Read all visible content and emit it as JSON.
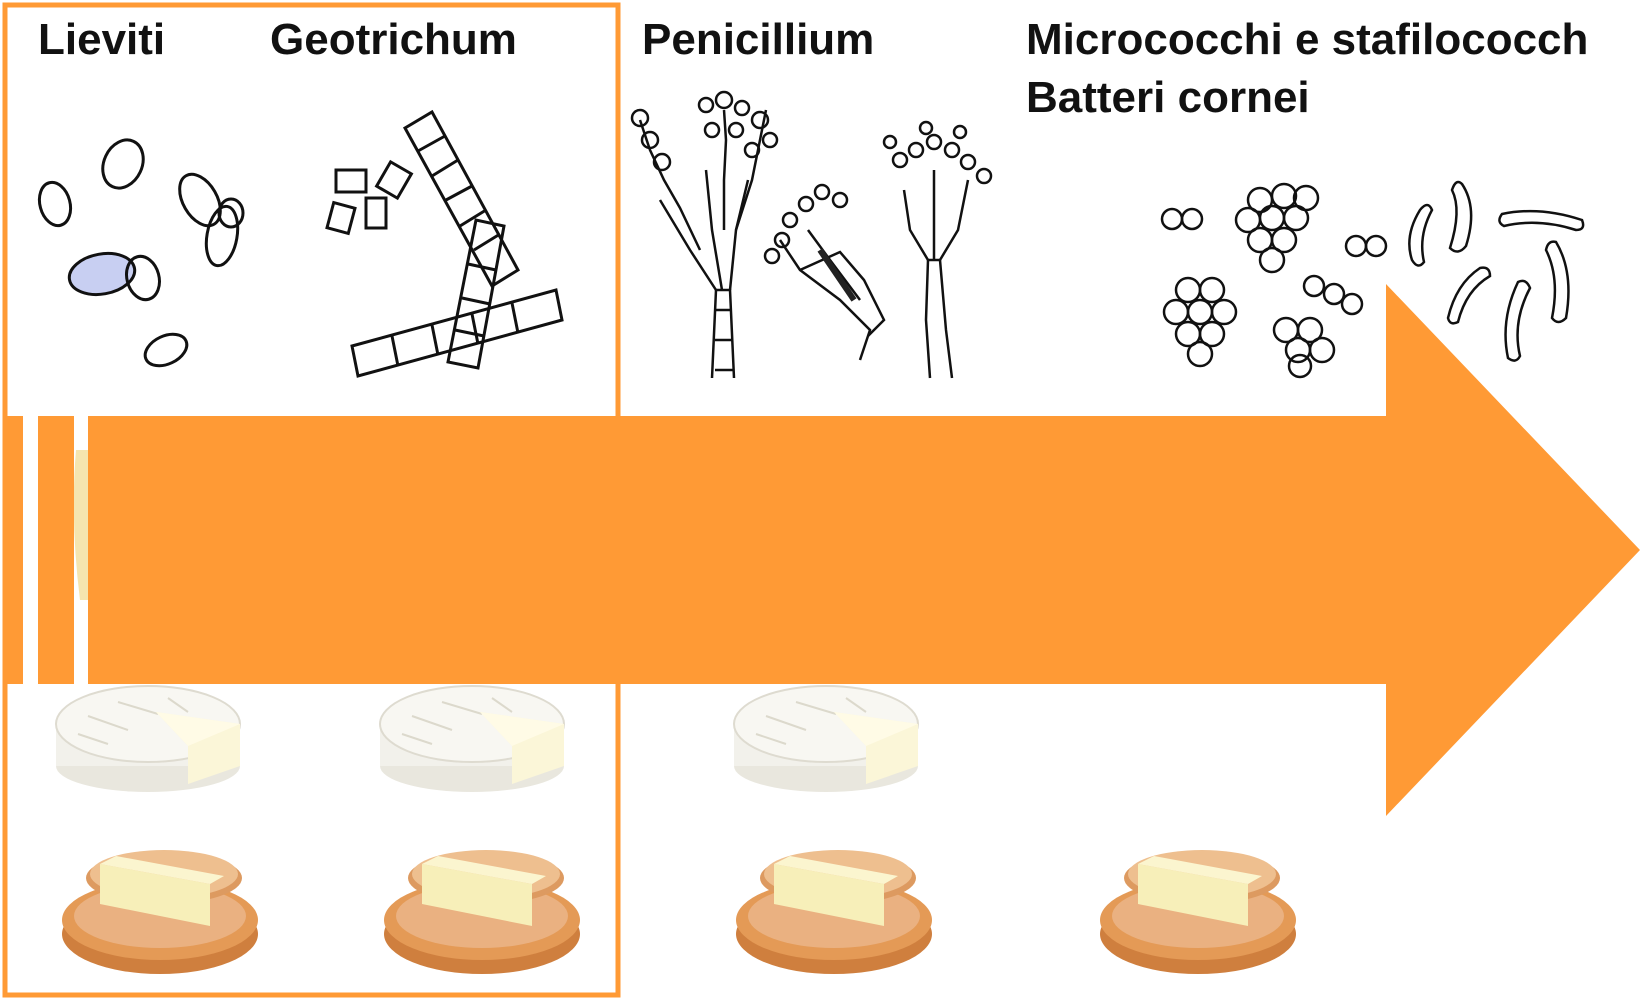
{
  "headings": {
    "lieviti": "Lieviti",
    "geotrichum": "Geotrichum",
    "penicillium": "Penicillium",
    "micrococchi_line1": "Micrococchi e stafilococch",
    "micrococchi_line2": "Batteri cornei"
  },
  "colors": {
    "arrow": "#FF9A35",
    "frame": "#FF9A35",
    "yeast_fill": "#C8CFF2",
    "brie_rind": "#F2F1EB",
    "brie_paste": "#FBF6D8",
    "washed_rind": "#E49A56",
    "washed_paste": "#F7EFB9"
  },
  "icons": {
    "yeast": "yeast-cells-icon",
    "geotrichum": "geotrichum-hyphae-icon",
    "penicillium": "penicillium-conidiophore-icon",
    "cocci": "cocci-clusters-icon",
    "rods": "rod-bacteria-icon",
    "brie": "brie-cheese-icon",
    "washed": "washed-rind-cheese-icon"
  }
}
